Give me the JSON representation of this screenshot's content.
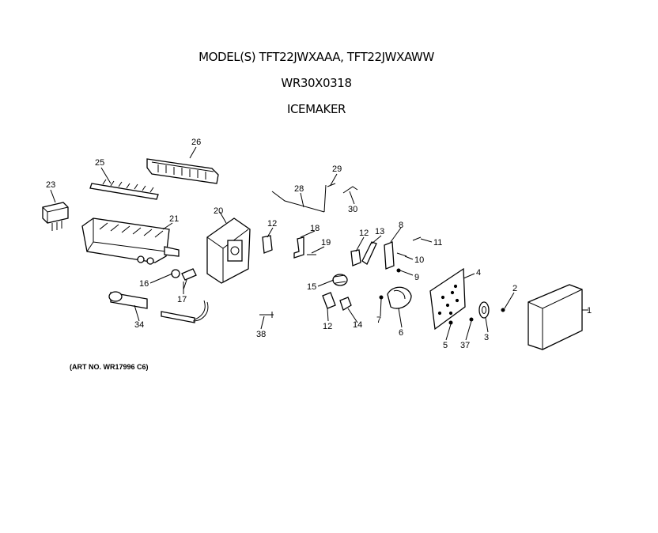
{
  "header": {
    "models": "MODEL(S) TFT22JWXAAA, TFT22JWXAWW",
    "part_number": "WR30X0318",
    "section": "ICEMAKER"
  },
  "footer": {
    "art_no": "(ART NO. WR17996 C6)"
  },
  "callouts": {
    "c1": "1",
    "c2": "2",
    "c3": "3",
    "c4": "4",
    "c5": "5",
    "c6": "6",
    "c7": "7",
    "c8": "8",
    "c9": "9",
    "c10": "10",
    "c11": "11",
    "c12a": "12",
    "c12b": "12",
    "c12c": "12",
    "c13": "13",
    "c14": "14",
    "c15": "15",
    "c16": "16",
    "c17": "17",
    "c18": "18",
    "c19": "19",
    "c20": "20",
    "c21": "21",
    "c23": "23",
    "c25": "25",
    "c26": "26",
    "c28": "28",
    "c29": "29",
    "c30": "30",
    "c34": "34",
    "c37": "37",
    "c38": "38"
  }
}
